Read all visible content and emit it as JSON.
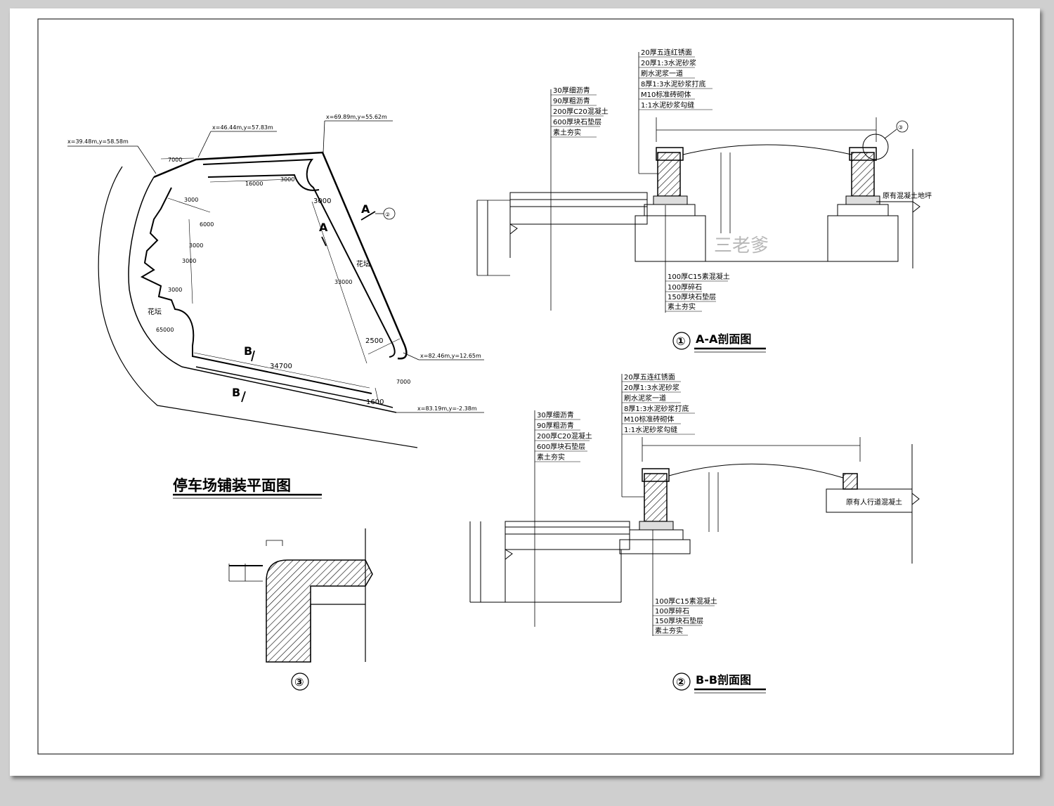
{
  "plan": {
    "title": "停车场铺装平面图",
    "coords": {
      "p1": "x=39.48m,y=58.58m",
      "p2": "x=46.44m,y=57.83m",
      "p3": "x=69.89m,y=55.62m",
      "p4": "x=82.46m,y=12.65m",
      "p5": "x=83.19m,y=-2.38m"
    },
    "dims": {
      "d7000a": "7000",
      "d16000": "16000",
      "d3000a": "3000",
      "d3000b": "3000",
      "d33000": "33000",
      "d2500": "2500",
      "d34700": "34700",
      "d1600": "1600",
      "d7000b": "7000",
      "d3000c": "3000",
      "d6000": "6000",
      "d3000d": "3000",
      "d3000e": "3000",
      "d3000f": "3000",
      "d65000": "65000"
    },
    "flowerbed_left": "花坛",
    "flowerbed_right": "花坛",
    "section_a": "A",
    "section_b": "B",
    "section_ref": "②"
  },
  "section_aa": {
    "title": "A-A剖面图",
    "number": "①",
    "top_layers": [
      "20厚五连红锈面",
      "20厚1:3水泥砂浆",
      "刷水泥浆一道",
      "8厚1:3水泥砂浆打底",
      "M10标准砖砌体",
      "1:1水泥砂浆勾缝"
    ],
    "road_layers": [
      "30厚细沥青",
      "90厚粗沥青",
      "200厚C20混凝土",
      "600厚块石垫层",
      "素土夯实"
    ],
    "base_layers": [
      "100厚C15素混凝土",
      "100厚碎石",
      "150厚块石垫层",
      "素土夯实"
    ],
    "existing": "原有混凝土地坪",
    "detail_ref": "③",
    "watermark": "三老爹"
  },
  "section_bb": {
    "title": "B-B剖面图",
    "number": "②",
    "top_layers": [
      "20厚五连红锈面",
      "20厚1:3水泥砂浆",
      "刷水泥浆一道",
      "8厚1:3水泥砂浆打底",
      "M10标准砖砌体",
      "1:1水泥砂浆勾缝"
    ],
    "road_layers": [
      "30厚细沥青",
      "90厚粗沥青",
      "200厚C20混凝土",
      "600厚块石垫层",
      "素土夯实"
    ],
    "base_layers": [
      "100厚C15素混凝土",
      "100厚碎石",
      "150厚块石垫层",
      "素土夯实"
    ],
    "existing": "原有人行道混凝土"
  },
  "detail3": {
    "number": "③"
  }
}
